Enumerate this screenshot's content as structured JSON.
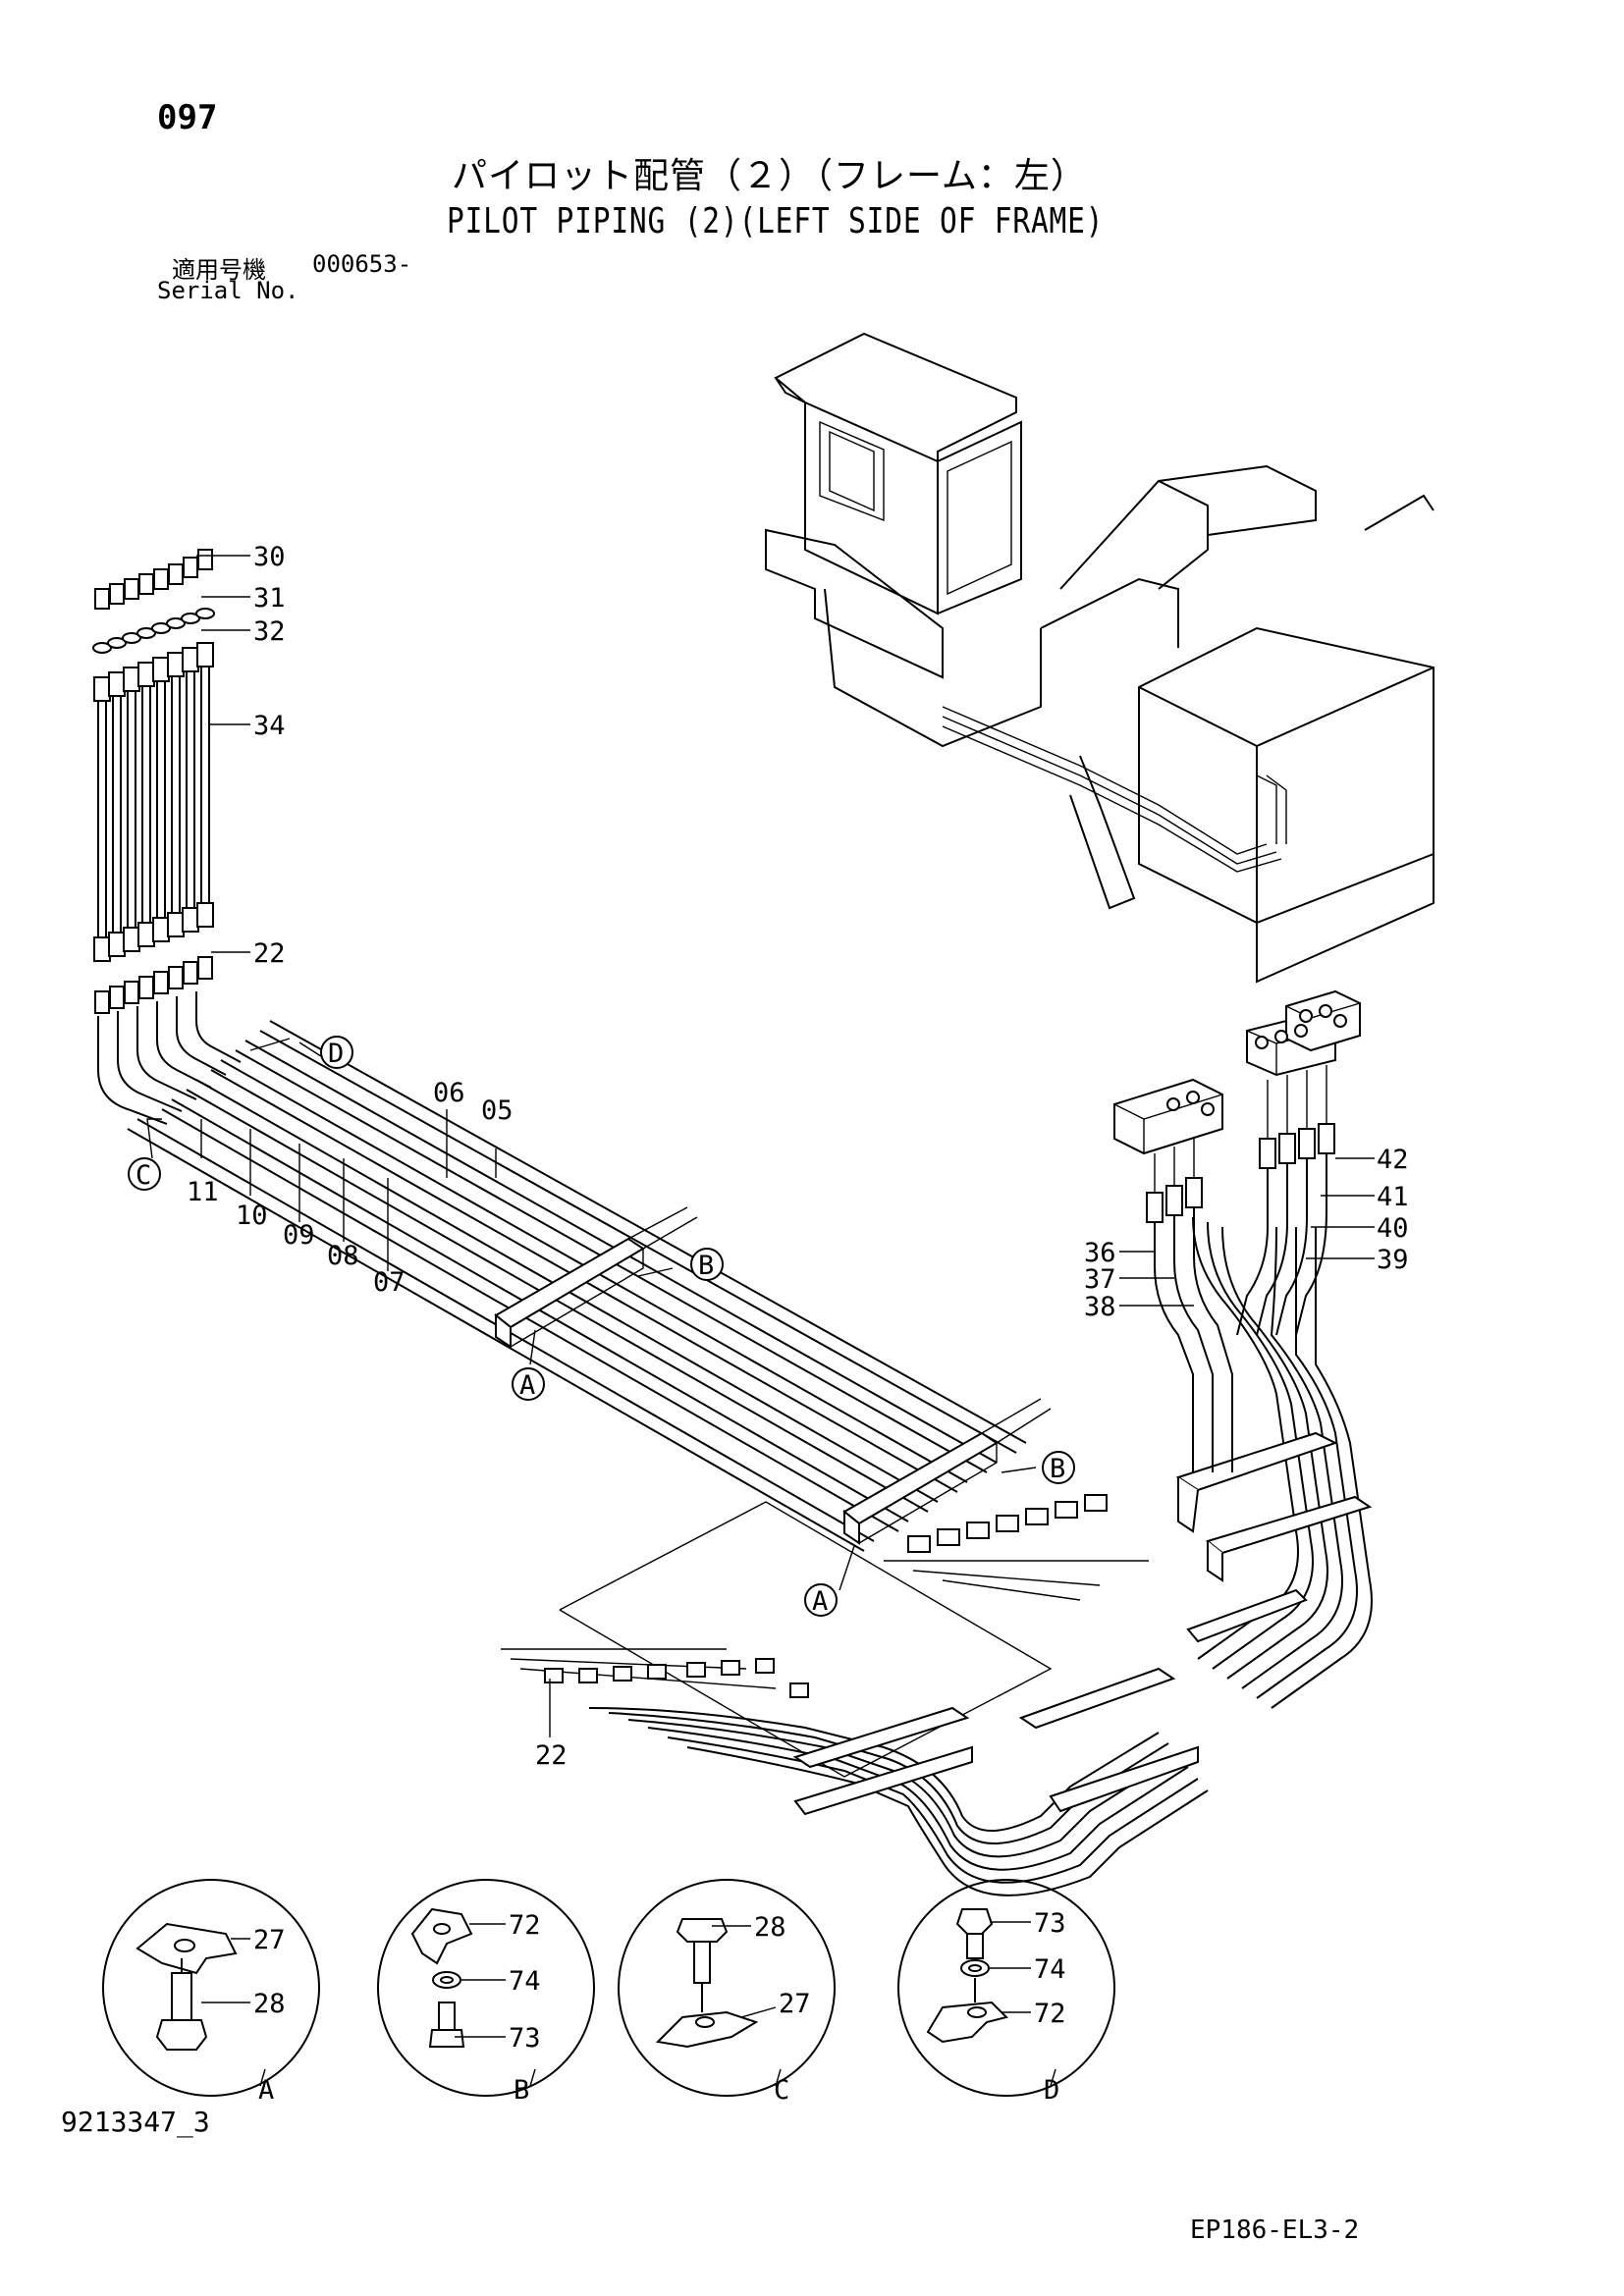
{
  "page_number": "097",
  "title_jp": "パイロット配管（２）（フレーム：左）",
  "title_en": "PILOT PIPING (2)(LEFT SIDE OF FRAME)",
  "serial_label_jp": "適用号機",
  "serial_value": "000653-",
  "serial_label_en": "Serial No.",
  "doc_number": "9213347_3",
  "drawing_code": "EP186-EL3-2",
  "callouts": {
    "p30": "30",
    "p31": "31",
    "p32": "32",
    "p34": "34",
    "p22a": "22",
    "p06": "06",
    "p05": "05",
    "p11": "11",
    "p10": "10",
    "p09": "09",
    "p08": "08",
    "p07": "07",
    "p42": "42",
    "p41": "41",
    "p40": "40",
    "p39": "39",
    "p36": "36",
    "p37": "37",
    "p38": "38",
    "p22b": "22"
  },
  "view_refs": {
    "A": "A",
    "B": "B",
    "C": "C",
    "D": "D"
  },
  "details": [
    {
      "view": "A",
      "parts": [
        "27",
        "28"
      ]
    },
    {
      "view": "B",
      "parts": [
        "72",
        "74",
        "73"
      ]
    },
    {
      "view": "C",
      "parts": [
        "28",
        "27"
      ]
    },
    {
      "view": "D",
      "parts": [
        "73",
        "74",
        "72"
      ]
    }
  ]
}
